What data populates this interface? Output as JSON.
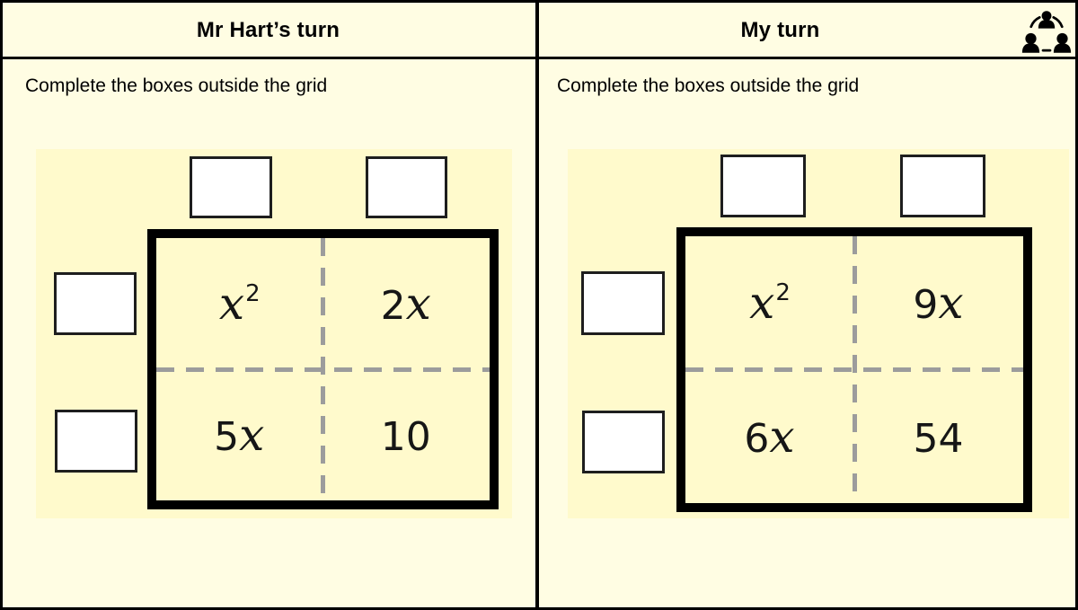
{
  "colors": {
    "page_bg": "#FFFDE3",
    "panel_bg": "#FFFACC",
    "grid_border": "#000000",
    "dash_gray": "#9C9C9C",
    "box_border": "#1E1E1E",
    "box_fill": "#FFFFFF",
    "text": "#000000"
  },
  "icon": {
    "name": "three-people-group-icon"
  },
  "panels": [
    {
      "title": "Mr Hart’s turn",
      "instruction": "Complete the boxes outside the grid",
      "grid_cells": [
        {
          "coef": "",
          "variable": "x",
          "power": "2"
        },
        {
          "coef": "2",
          "variable": "x",
          "power": ""
        },
        {
          "coef": "5",
          "variable": "x",
          "power": ""
        },
        {
          "coef": "10",
          "variable": "",
          "power": ""
        }
      ],
      "answer_boxes": {
        "top": [
          "",
          ""
        ],
        "side": [
          "",
          ""
        ]
      }
    },
    {
      "title": "My turn",
      "instruction": "Complete the boxes outside the grid",
      "grid_cells": [
        {
          "coef": "",
          "variable": "x",
          "power": "2"
        },
        {
          "coef": "9",
          "variable": "x",
          "power": ""
        },
        {
          "coef": "6",
          "variable": "x",
          "power": ""
        },
        {
          "coef": "54",
          "variable": "",
          "power": ""
        }
      ],
      "answer_boxes": {
        "top": [
          "",
          ""
        ],
        "side": [
          "",
          ""
        ]
      }
    }
  ]
}
